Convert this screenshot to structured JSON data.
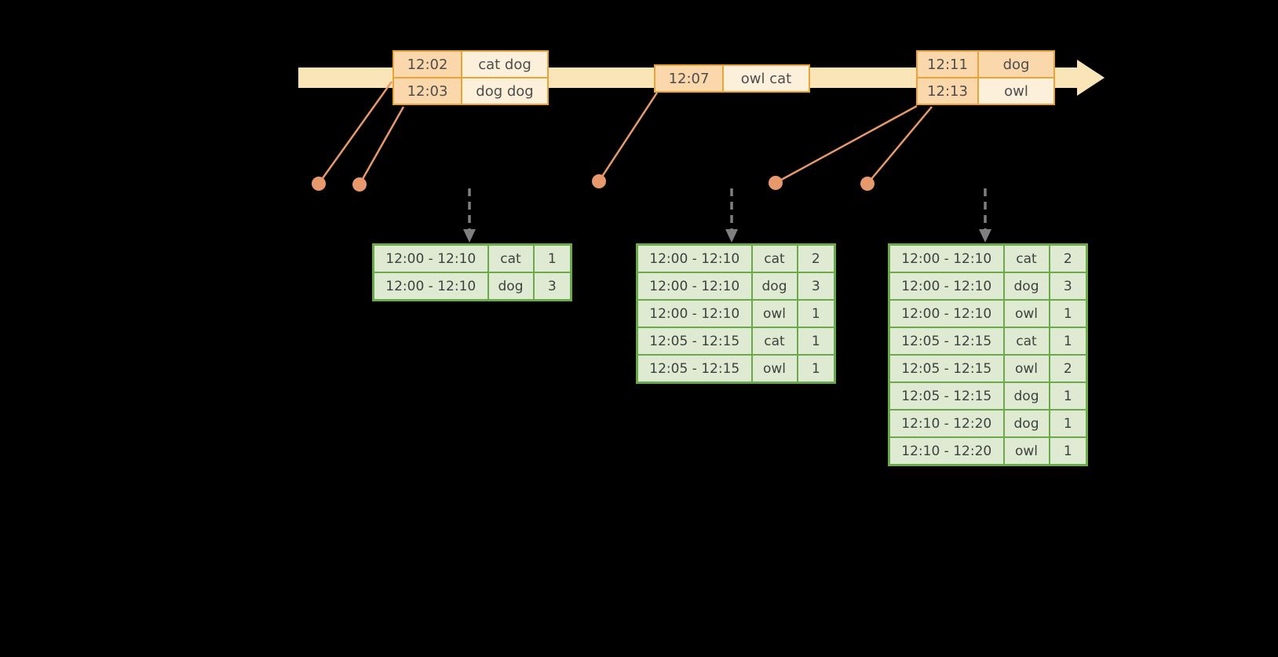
{
  "diagram": {
    "colors": {
      "background": "#000000",
      "timeline_arrow": "#FAE5B8",
      "event_table_border": "#E8A33B",
      "event_time_cell_fill": "#FAD8AC",
      "event_value_cell_fill": "#FCF0DA",
      "event_text": "#4D4D4D",
      "leader_dot": "#E8996C",
      "dashed_trigger_arrow": "#7F7F7F",
      "result_table_border": "#6AAA4B",
      "result_cell_fill": "#DEEBD2",
      "result_text": "#3F3F3F"
    },
    "event_tables": [
      {
        "rows": [
          [
            "12:02",
            "cat dog"
          ],
          [
            "12:03",
            "dog dog"
          ]
        ]
      },
      {
        "rows": [
          [
            "12:07",
            "owl cat"
          ]
        ]
      },
      {
        "rows": [
          [
            "12:11",
            "dog"
          ],
          [
            "12:13",
            "owl"
          ]
        ]
      }
    ],
    "result_tables": [
      {
        "rows": [
          [
            "12:00 - 12:10",
            "cat",
            "1"
          ],
          [
            "12:00 - 12:10",
            "dog",
            "3"
          ]
        ]
      },
      {
        "rows": [
          [
            "12:00 - 12:10",
            "cat",
            "2"
          ],
          [
            "12:00 - 12:10",
            "dog",
            "3"
          ],
          [
            "12:00 - 12:10",
            "owl",
            "1"
          ],
          [
            "12:05 - 12:15",
            "cat",
            "1"
          ],
          [
            "12:05 - 12:15",
            "owl",
            "1"
          ]
        ]
      },
      {
        "rows": [
          [
            "12:00 - 12:10",
            "cat",
            "2"
          ],
          [
            "12:00 - 12:10",
            "dog",
            "3"
          ],
          [
            "12:00 - 12:10",
            "owl",
            "1"
          ],
          [
            "12:05 - 12:15",
            "cat",
            "1"
          ],
          [
            "12:05 - 12:15",
            "owl",
            "2"
          ],
          [
            "12:05 - 12:15",
            "dog",
            "1"
          ],
          [
            "12:10 - 12:20",
            "dog",
            "1"
          ],
          [
            "12:10 - 12:20",
            "owl",
            "1"
          ]
        ]
      }
    ]
  }
}
